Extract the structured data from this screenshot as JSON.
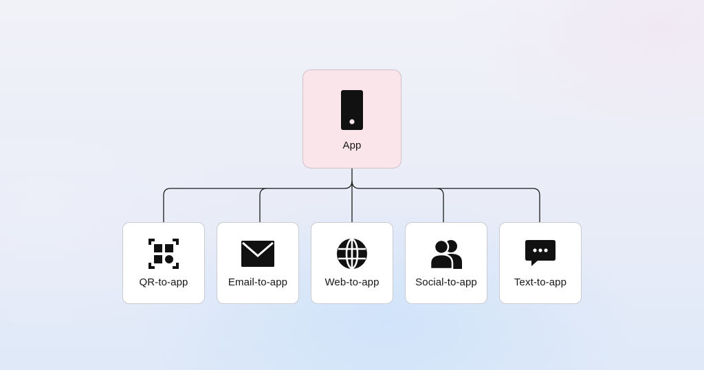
{
  "diagram": {
    "root": {
      "label": "App",
      "icon": "smartphone-icon"
    },
    "children": [
      {
        "label": "QR-to-app",
        "icon": "qr-code-icon"
      },
      {
        "label": "Email-to-app",
        "icon": "envelope-icon"
      },
      {
        "label": "Web-to-app",
        "icon": "globe-icon"
      },
      {
        "label": "Social-to-app",
        "icon": "users-icon"
      },
      {
        "label": "Text-to-app",
        "icon": "chat-bubble-icon"
      }
    ]
  },
  "colors": {
    "root_fill": "#fae5ea",
    "node_fill": "#ffffff",
    "node_border": "#c9cbd1",
    "connector": "#1a1a1a",
    "icon": "#111111"
  }
}
